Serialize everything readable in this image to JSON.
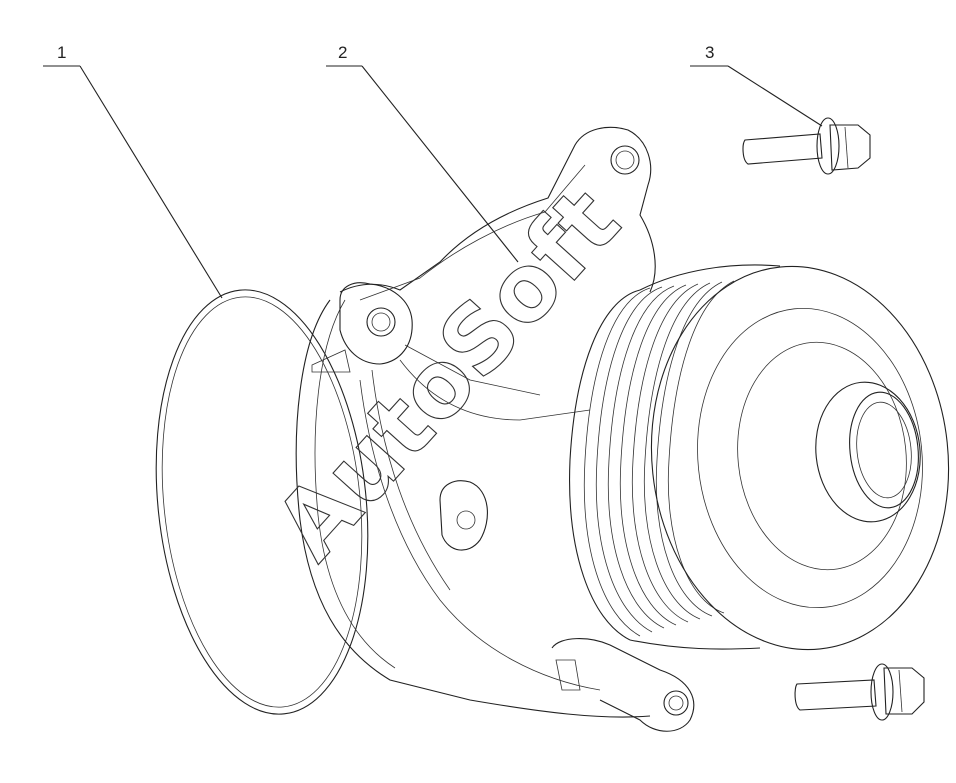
{
  "callouts": [
    {
      "id": "1"
    },
    {
      "id": "2"
    },
    {
      "id": "3"
    }
  ],
  "watermark": "AutoSoft",
  "colors": {
    "line": "#222222",
    "background": "#ffffff"
  }
}
